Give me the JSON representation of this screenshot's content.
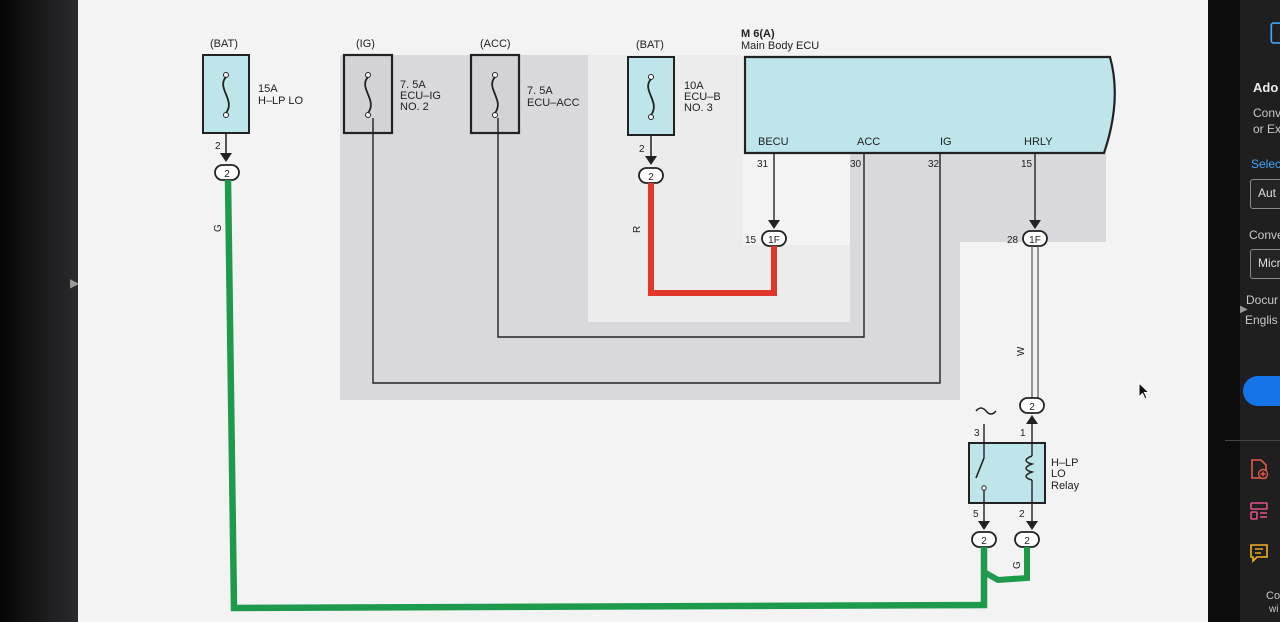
{
  "diagram": {
    "ecu_header": "M 6(A)",
    "ecu_name": "Main Body ECU",
    "ecu_pins": [
      {
        "label": "BECU",
        "pin": "31"
      },
      {
        "label": "ACC",
        "pin": "30"
      },
      {
        "label": "IG",
        "pin": "32"
      },
      {
        "label": "HRLY",
        "pin": "15"
      }
    ],
    "fuses": [
      {
        "source": "(BAT)",
        "rating": "15A",
        "name": "H–LP LO",
        "pin": "2",
        "connector": "2"
      },
      {
        "source": "(IG)",
        "rating": "7. 5A",
        "name": "ECU–IG",
        "name2": "NO. 2"
      },
      {
        "source": "(ACC)",
        "rating": "7. 5A",
        "name": "ECU–ACC"
      },
      {
        "source": "(BAT)",
        "rating": "10A",
        "name": "ECU–B",
        "name2": "NO. 3",
        "pin": "2",
        "connector": "2"
      }
    ],
    "junction_becu": {
      "pin": "15",
      "connector": "1F"
    },
    "junction_hrly": {
      "pin": "28",
      "connector": "1F"
    },
    "wire_colors": {
      "g1": "G",
      "r": "R",
      "w": "W",
      "g2": "G"
    },
    "relay": {
      "name": "H–LP",
      "name2": "LO",
      "name3": "Relay",
      "pin1": "1",
      "pin2": "2",
      "pin3": "3",
      "pin5": "5",
      "conn_top": "2",
      "conn_5": "2",
      "conn_2": "2"
    },
    "colors": {
      "green_wire": "#1e9a4c",
      "red_wire": "#e0362c",
      "box_fill": "#bde5ea",
      "shade": "#d9d9dc"
    }
  },
  "side_panel": {
    "title": "Ado",
    "line1": "Conv",
    "line2": "or Ex",
    "select_label": "Selec",
    "select_value": "Aut",
    "convert_label": "Conve",
    "convert_value": "Micr",
    "doc_label": "Docur",
    "doc_value": "Englis",
    "bottom_text": "Co",
    "bottom_text2": "wi"
  },
  "icons": [
    "pdf-add-icon",
    "layout-icon",
    "comment-icon",
    "share-icon",
    "cursor-icon"
  ]
}
